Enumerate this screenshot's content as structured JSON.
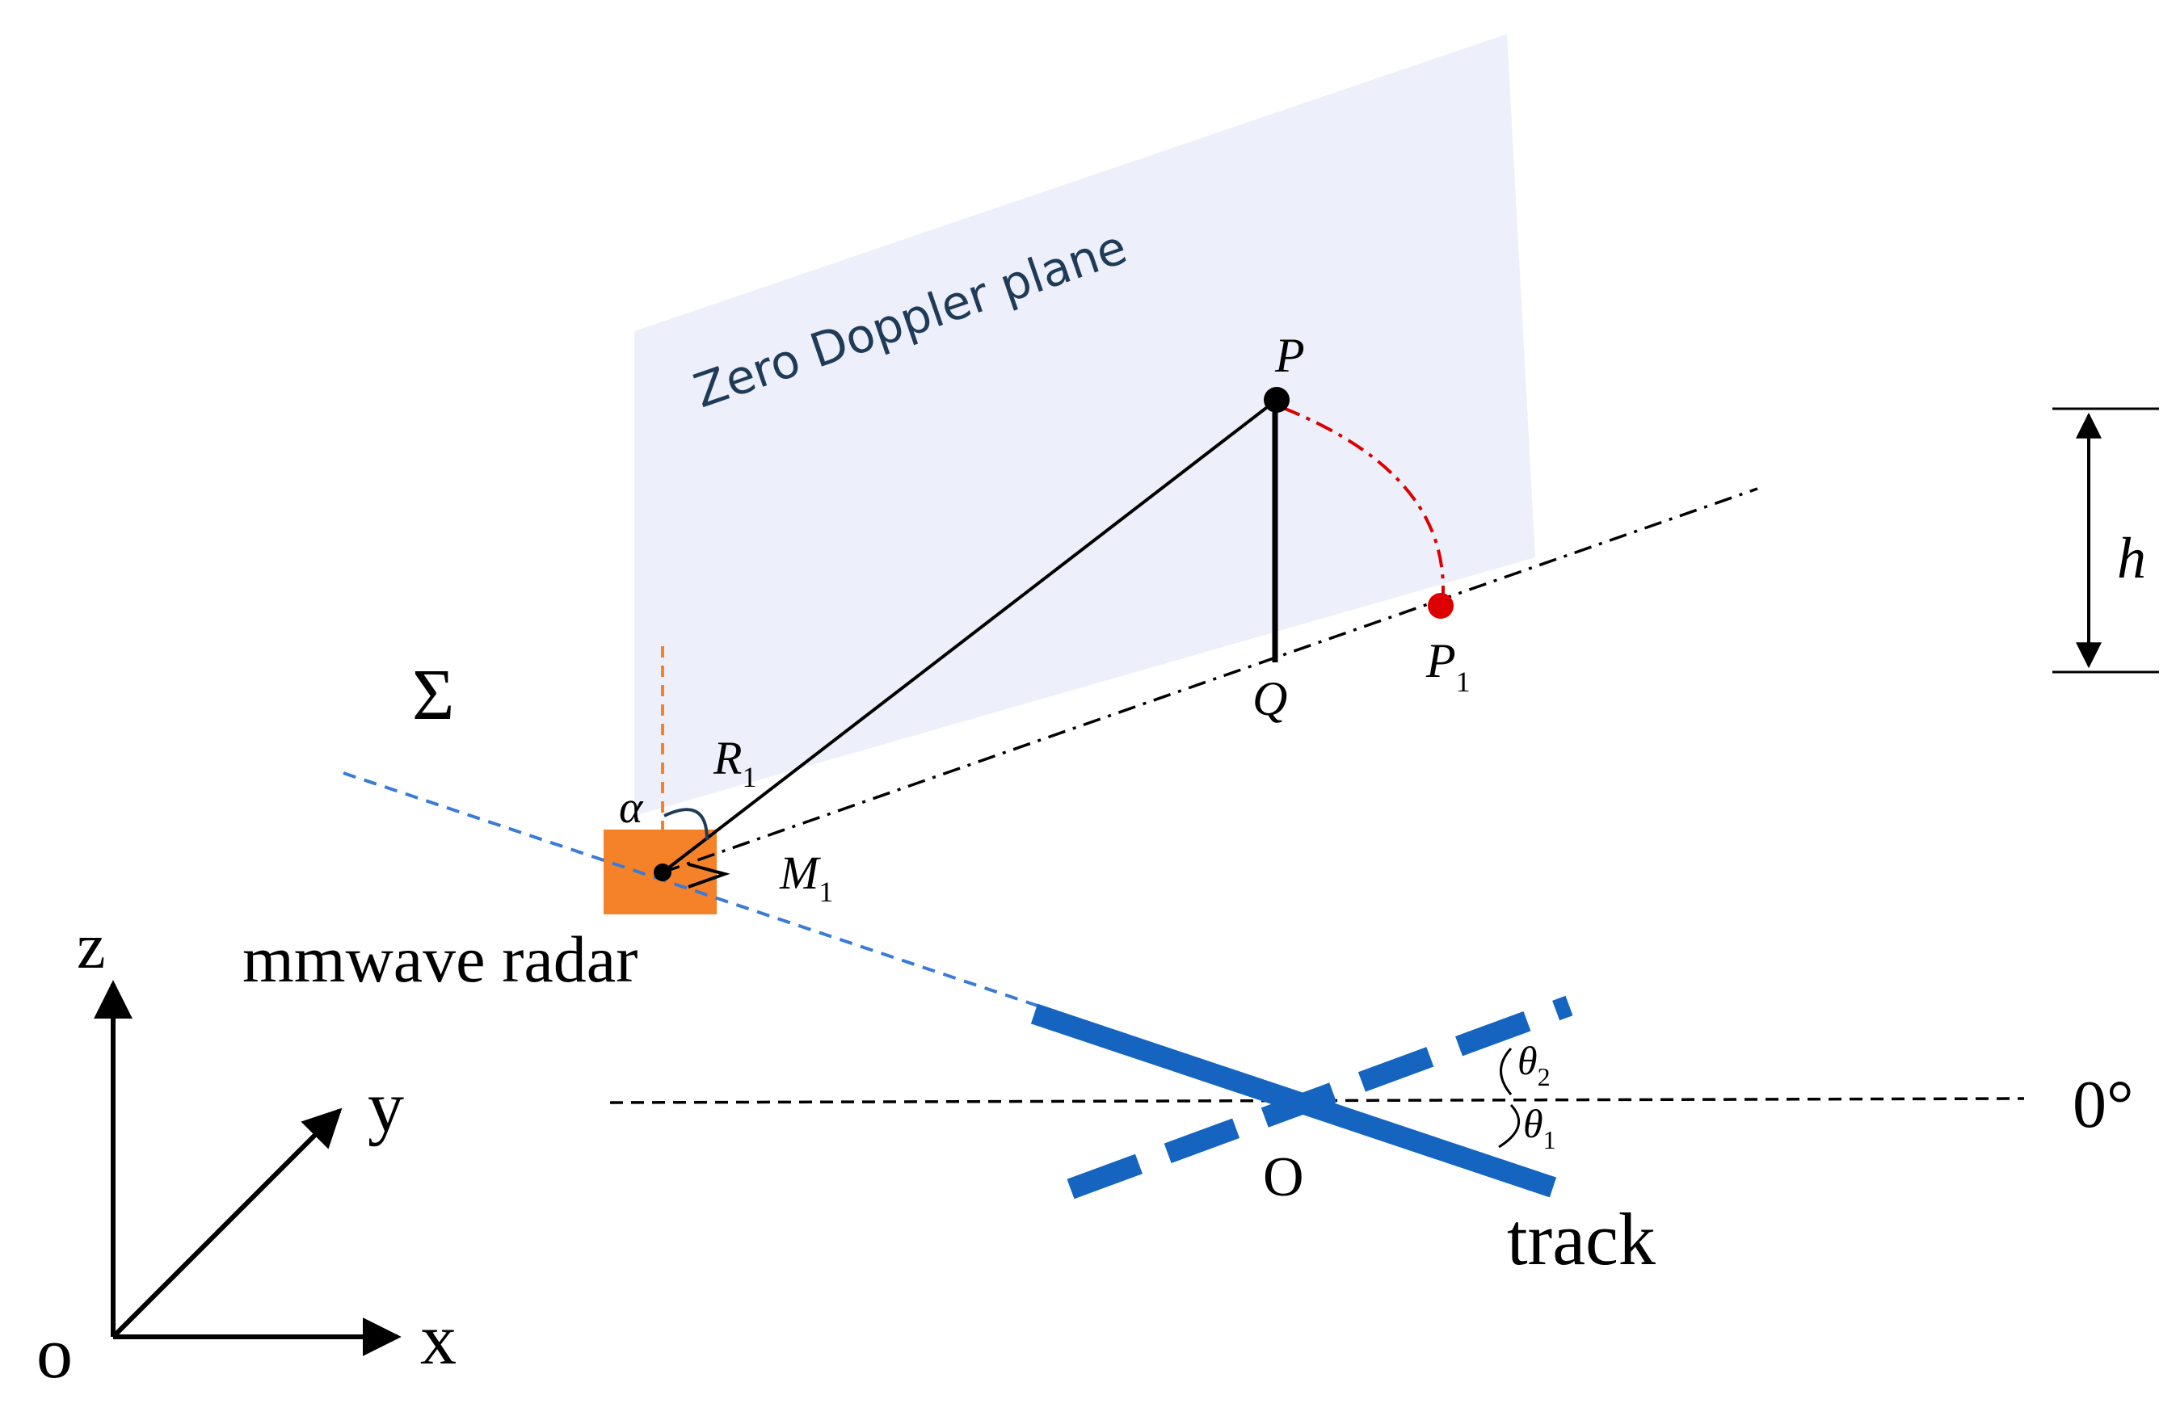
{
  "diagram": {
    "plane_label": "Zero Doppler plane",
    "sigma_label": "Σ",
    "radar_label": "mmwave radar",
    "alpha_label": "α",
    "R_label": "R",
    "R_sub": "1",
    "M_label": "M",
    "M_sub": "1",
    "P_label": "P",
    "P1_label": "P",
    "P1_sub": "1",
    "Q_label": "Q",
    "h_label": "h",
    "zero_deg_label": "0°",
    "theta2_label": "θ",
    "theta2_sub": "2",
    "theta1_label": "θ",
    "theta1_sub": "1",
    "origin_track_label": "O",
    "track_label": "track",
    "axis_z_label": "z",
    "axis_y_label": "y",
    "axis_x_label": "x",
    "axis_origin_label": "o"
  },
  "colors": {
    "plane_fill": "#edf0fa",
    "plane_text": "#1f3b57",
    "radar_orange": "#f58229",
    "track_blue": "#1565c0",
    "dashed_blue": "#3a7bd5",
    "point_red": "#dd0000",
    "ink": "#000000"
  }
}
